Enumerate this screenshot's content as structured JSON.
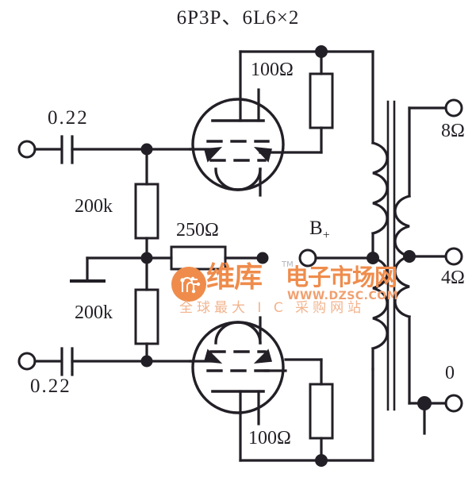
{
  "diagram": {
    "title": "6P3P、6L6×2",
    "type": "push-pull vacuum tube power amplifier output stage schematic",
    "labels": {
      "input_cap_top": "0.22",
      "input_cap_bottom": "0.22",
      "grid_resistor_top": "200k",
      "grid_resistor_bottom": "200k",
      "bias_resistor": "250Ω",
      "cathode_resistor_top": "100Ω",
      "cathode_resistor_bottom": "100Ω",
      "supply": "B",
      "supply_sub": "+",
      "output_tap_8ohm": "8Ω",
      "output_tap_4ohm": "4Ω",
      "output_tap_0": "0"
    },
    "components": [
      {
        "name": "input-terminal-top",
        "kind": "terminal"
      },
      {
        "name": "input-terminal-bottom",
        "kind": "terminal"
      },
      {
        "name": "coupling-capacitor-top",
        "kind": "capacitor",
        "value": "0.22"
      },
      {
        "name": "coupling-capacitor-bottom",
        "kind": "capacitor",
        "value": "0.22"
      },
      {
        "name": "grid-resistor-top",
        "kind": "resistor",
        "value": "200k"
      },
      {
        "name": "grid-resistor-bottom",
        "kind": "resistor",
        "value": "200k"
      },
      {
        "name": "bias-resistor",
        "kind": "resistor",
        "value": "250Ω"
      },
      {
        "name": "cathode-resistor-top",
        "kind": "resistor",
        "value": "100Ω"
      },
      {
        "name": "cathode-resistor-bottom",
        "kind": "resistor",
        "value": "100Ω"
      },
      {
        "name": "vacuum-tube-top",
        "kind": "beam-power-tube",
        "value": "6P3P / 6L6"
      },
      {
        "name": "vacuum-tube-bottom",
        "kind": "beam-power-tube",
        "value": "6P3P / 6L6"
      },
      {
        "name": "output-transformer",
        "kind": "transformer",
        "value": "center-tapped primary, tapped secondary"
      },
      {
        "name": "ground-symbol",
        "kind": "ground"
      },
      {
        "name": "supply-terminal-bplus",
        "kind": "terminal",
        "value": "B+"
      },
      {
        "name": "output-terminal-8ohm",
        "kind": "terminal",
        "value": "8Ω"
      },
      {
        "name": "output-terminal-4ohm",
        "kind": "terminal",
        "value": "4Ω"
      },
      {
        "name": "output-terminal-0",
        "kind": "terminal",
        "value": "0"
      }
    ],
    "colors": {
      "ink": "#231f26",
      "background": "#ffffff",
      "watermark_orange": "#ef8c4c",
      "watermark_light": "#f2b48e"
    }
  },
  "watermark": {
    "brand_cn": "维库",
    "site_cn": "电子市场网",
    "tm": "TM",
    "url": "WWW.DZSC.COM",
    "tagline_cn": "全球最大 I C 采购网站"
  }
}
